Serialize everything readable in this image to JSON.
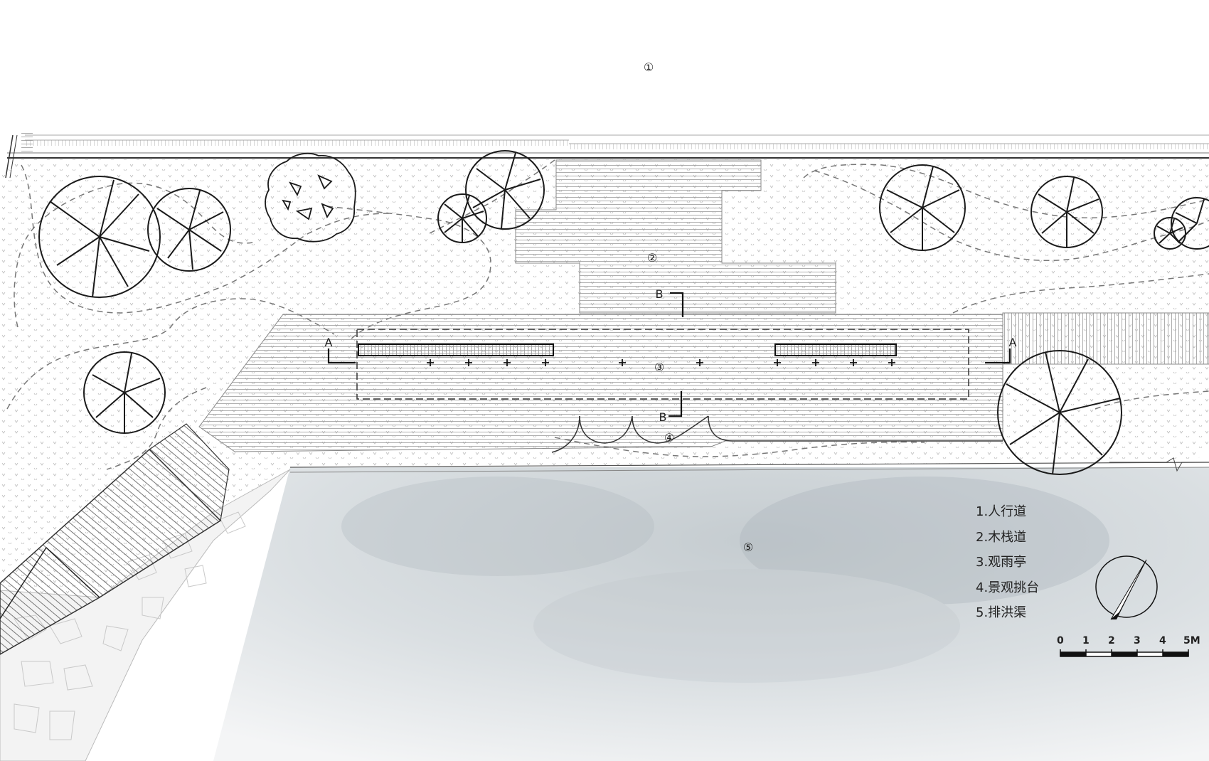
{
  "markers": {
    "m1": "①",
    "m2": "②",
    "m3": "③",
    "m4": "④",
    "m5": "⑤"
  },
  "sections": {
    "a_left": "A",
    "a_right": "A",
    "b_top": "B",
    "b_bottom": "B"
  },
  "legend": [
    "1.人行道",
    "2.木栈道",
    "3.观雨亭",
    "4.景观挑台",
    "5.排洪渠"
  ],
  "scale_bar": {
    "labels": [
      "0",
      "1",
      "2",
      "3",
      "4",
      "5M"
    ]
  },
  "colors": {
    "line": "#222222",
    "dots": "#b8b8b8",
    "water": "#c9d0d4"
  },
  "icons": {
    "north_arrow": "north-arrow-icon",
    "tree": "tree-icon"
  }
}
